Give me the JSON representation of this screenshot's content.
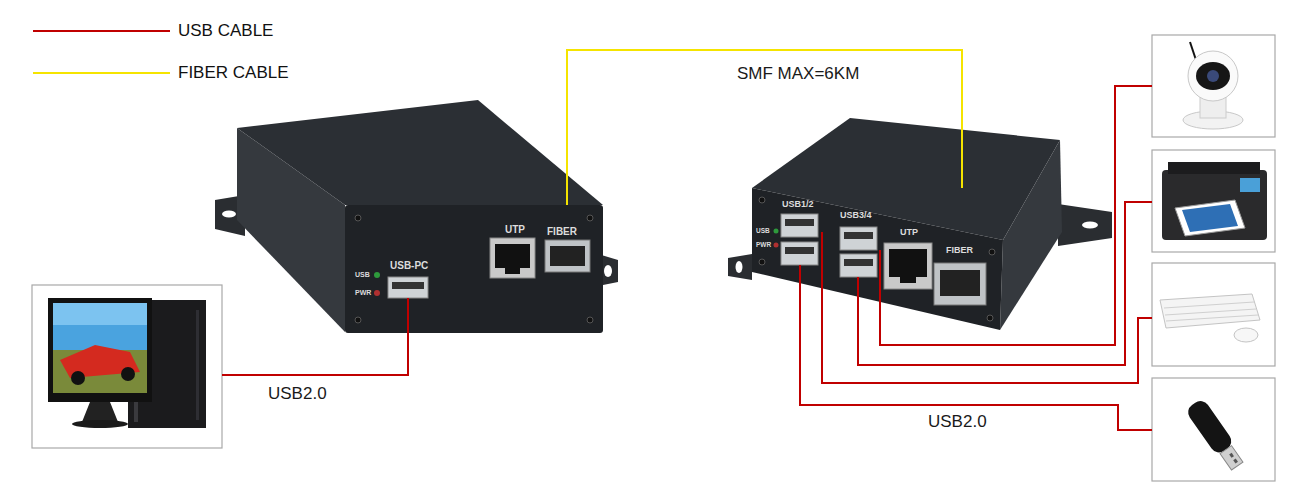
{
  "diagram": {
    "nodes": [
      {
        "text": [
          "USB",
          "PWR",
          "USB-PC",
          "UTP",
          "FIBER"
        ]
      },
      {
        "text": [
          "USB",
          "PWR",
          "USB1/2",
          "USB3/4",
          "UTP",
          "FIBER"
        ]
      }
    ],
    "edges": [
      {
        "from": 0,
        "to": 1,
        "arrow": "none",
        "label": "SMF MAX=6KM"
      }
    ],
    "labels": [
      "USB2.0",
      "USB2.0"
    ],
    "legend": [
      {
        "text": "USB CABLE"
      },
      {
        "text": "FIBER CABLE"
      }
    ]
  }
}
